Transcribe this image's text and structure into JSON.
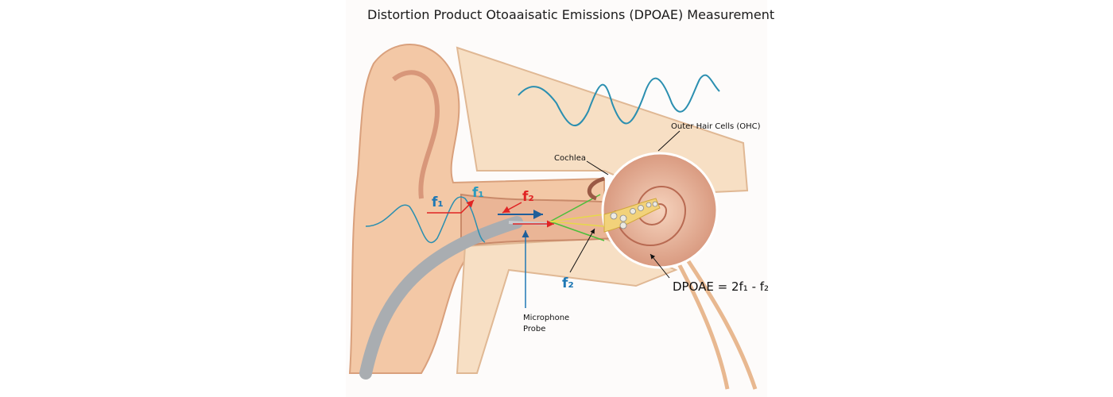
{
  "title": "Distortion Product Otoaaisatic Emissions (DPOAE) Measurement",
  "labels": {
    "outer_hair_cells": "Outer Hair Cells (OHC)",
    "cochlea": "Cochlea",
    "f1_left": "f₁",
    "f1_right": "f₁",
    "f2_top": "f₂",
    "f2_bottom": "f₂",
    "dpoae_equation": "DPOAE = 2f₁ - f₂",
    "microphone_line1": "Microphone",
    "microphone_line2": "Probe"
  },
  "colors": {
    "f1_blue": "#1f78b4",
    "f1_teal": "#2a9bbf",
    "f2_red": "#e02424",
    "skin": "#f3c8a6",
    "wave": "#2b8fb0"
  }
}
